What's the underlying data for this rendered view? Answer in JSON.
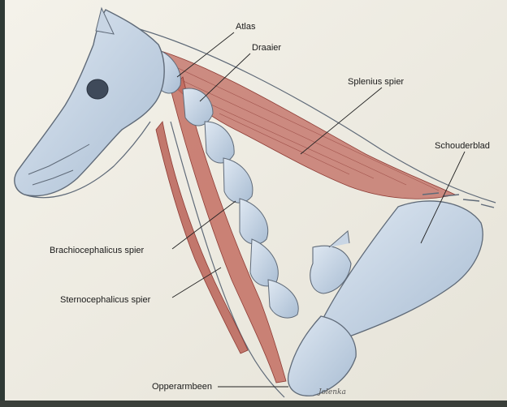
{
  "labels": {
    "atlas": "Atlas",
    "draaier": "Draaier",
    "splenius": "Splenius spier",
    "schouderblad": "Schouderblad",
    "brachiocephalicus": "Brachiocephalicus spier",
    "sternocephalicus": "Sternocephalicus spier",
    "opperarmbeen": "Opperarmbeen"
  },
  "signature": "Jolenka",
  "colors": {
    "paper": "#f1efe6",
    "bone": "#cfdbea",
    "bone_shade": "#9fb4cc",
    "outline": "#5f6a78",
    "muscle": "#b8584e",
    "muscle_dark": "#8e3b34",
    "muscle_light": "#d89a8e"
  }
}
